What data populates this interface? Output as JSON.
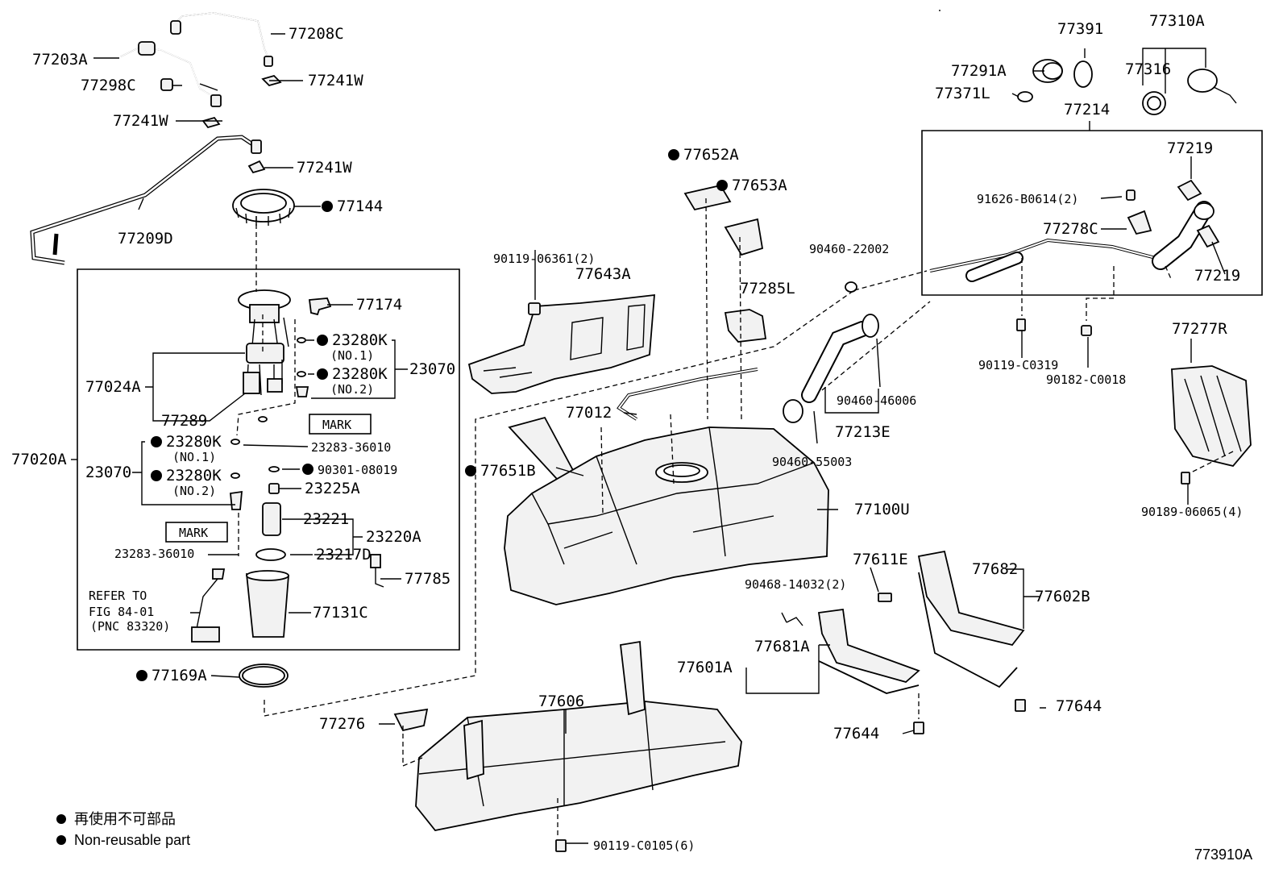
{
  "diagram_id": "773910A",
  "legend": [
    {
      "text": "再使用不可部品"
    },
    {
      "text": "Non-reusable part"
    }
  ],
  "notes": {
    "refer": [
      "REFER TO",
      "FIG 84-01",
      "(PNC 83320)"
    ],
    "mark": "MARK"
  },
  "labels": [
    {
      "id": "77208C",
      "text": "77208C",
      "nr": false
    },
    {
      "id": "77203A",
      "text": "77203A",
      "nr": false
    },
    {
      "id": "77298C",
      "text": "77298C",
      "nr": false
    },
    {
      "id": "77241W_a",
      "text": "77241W",
      "nr": false
    },
    {
      "id": "77241W_b",
      "text": "77241W",
      "nr": false
    },
    {
      "id": "77241W_c",
      "text": "77241W",
      "nr": false
    },
    {
      "id": "77144",
      "text": "77144",
      "nr": true
    },
    {
      "id": "77209D",
      "text": "77209D",
      "nr": false
    },
    {
      "id": "77174",
      "text": "77174",
      "nr": false
    },
    {
      "id": "23280K_a",
      "text": "23280K",
      "nr": true
    },
    {
      "id": "no1_a",
      "text": "(NO.1)",
      "nr": false
    },
    {
      "id": "23280K_b",
      "text": "23280K",
      "nr": true
    },
    {
      "id": "no2_a",
      "text": "(NO.2)",
      "nr": false
    },
    {
      "id": "23070_a",
      "text": "23070",
      "nr": false
    },
    {
      "id": "77024A",
      "text": "77024A",
      "nr": false
    },
    {
      "id": "77289",
      "text": "77289",
      "nr": false
    },
    {
      "id": "23283_a",
      "text": "23283-36010",
      "nr": false
    },
    {
      "id": "77020A",
      "text": "77020A",
      "nr": false
    },
    {
      "id": "23070_b",
      "text": "23070",
      "nr": false
    },
    {
      "id": "23280K_c",
      "text": "23280K",
      "nr": true
    },
    {
      "id": "no1_b",
      "text": "(NO.1)",
      "nr": false
    },
    {
      "id": "23280K_d",
      "text": "23280K",
      "nr": true
    },
    {
      "id": "no2_b",
      "text": "(NO.2)",
      "nr": false
    },
    {
      "id": "90301",
      "text": "90301-08019",
      "nr": true
    },
    {
      "id": "23225A",
      "text": "23225A",
      "nr": false
    },
    {
      "id": "23221",
      "text": "23221",
      "nr": false
    },
    {
      "id": "23220A",
      "text": "23220A",
      "nr": false
    },
    {
      "id": "23283_b",
      "text": "23283-36010",
      "nr": false
    },
    {
      "id": "23217D",
      "text": "23217D",
      "nr": false
    },
    {
      "id": "77785",
      "text": "77785",
      "nr": false
    },
    {
      "id": "77131C",
      "text": "77131C",
      "nr": false
    },
    {
      "id": "77169A",
      "text": "77169A",
      "nr": true
    },
    {
      "id": "90119_06361",
      "text": "90119-06361(2)",
      "nr": false
    },
    {
      "id": "77643A",
      "text": "77643A",
      "nr": false
    },
    {
      "id": "77652A",
      "text": "77652A",
      "nr": true
    },
    {
      "id": "77653A",
      "text": "77653A",
      "nr": true
    },
    {
      "id": "77285L",
      "text": "77285L",
      "nr": false
    },
    {
      "id": "77012",
      "text": "77012",
      "nr": false
    },
    {
      "id": "77651B",
      "text": "77651B",
      "nr": true
    },
    {
      "id": "77100U",
      "text": "77100U",
      "nr": false
    },
    {
      "id": "90460_22002",
      "text": "90460-22002",
      "nr": false
    },
    {
      "id": "90460_46006",
      "text": "90460-46006",
      "nr": false
    },
    {
      "id": "77213E",
      "text": "77213E",
      "nr": false
    },
    {
      "id": "90460_55003",
      "text": "90460-55003",
      "nr": false
    },
    {
      "id": "77391",
      "text": "77391",
      "nr": false
    },
    {
      "id": "77310A",
      "text": "77310A",
      "nr": false
    },
    {
      "id": "77291A",
      "text": "77291A",
      "nr": false
    },
    {
      "id": "77316",
      "text": "77316",
      "nr": false
    },
    {
      "id": "77371L",
      "text": "77371L",
      "nr": false
    },
    {
      "id": "77214",
      "text": "77214",
      "nr": false
    },
    {
      "id": "77219_a",
      "text": "77219",
      "nr": false
    },
    {
      "id": "91626",
      "text": "91626-B0614(2)",
      "nr": false
    },
    {
      "id": "77278C",
      "text": "77278C",
      "nr": false
    },
    {
      "id": "77219_b",
      "text": "77219",
      "nr": false
    },
    {
      "id": "90119_C0319",
      "text": "90119-C0319",
      "nr": false
    },
    {
      "id": "90182",
      "text": "90182-C0018",
      "nr": false
    },
    {
      "id": "77277R",
      "text": "77277R",
      "nr": false
    },
    {
      "id": "90189",
      "text": "90189-06065(4)",
      "nr": false
    },
    {
      "id": "77611E",
      "text": "77611E",
      "nr": false
    },
    {
      "id": "90468",
      "text": "90468-14032(2)",
      "nr": false
    },
    {
      "id": "77682",
      "text": "77682",
      "nr": false
    },
    {
      "id": "77602B",
      "text": "77602B",
      "nr": false
    },
    {
      "id": "77601A",
      "text": "77601A",
      "nr": false
    },
    {
      "id": "77681A",
      "text": "77681A",
      "nr": false
    },
    {
      "id": "77644_a",
      "text": "77644",
      "nr": false
    },
    {
      "id": "77644_b",
      "text": "77644",
      "nr": false
    },
    {
      "id": "77606",
      "text": "77606",
      "nr": false
    },
    {
      "id": "77276",
      "text": "77276",
      "nr": false
    },
    {
      "id": "90119_C0105",
      "text": "90119-C0105(6)",
      "nr": false
    }
  ]
}
